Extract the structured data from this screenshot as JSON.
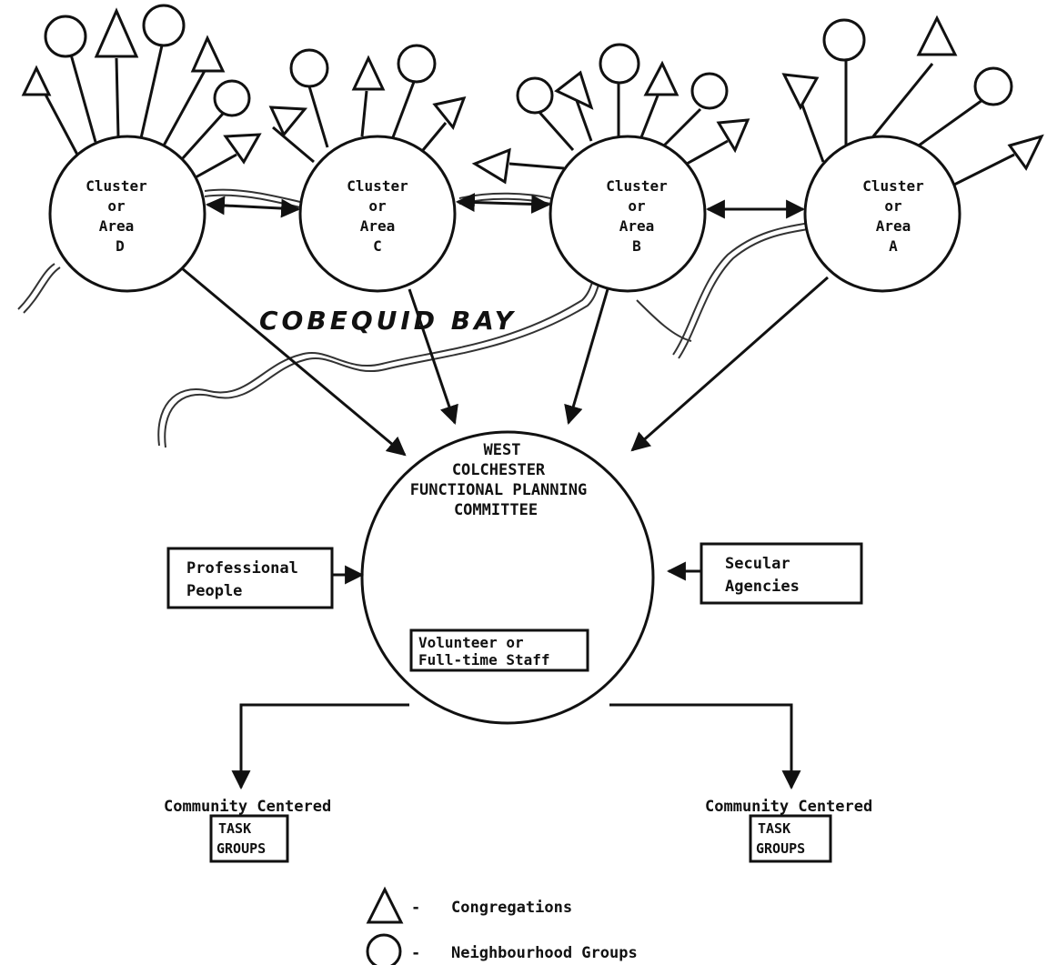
{
  "clusters": [
    {
      "id": "D",
      "line1": "Cluster",
      "line2": "or",
      "line3": "Area",
      "line4": "D"
    },
    {
      "id": "C",
      "line1": "Cluster",
      "line2": "or",
      "line3": "Area",
      "line4": "C"
    },
    {
      "id": "B",
      "line1": "Cluster",
      "line2": "or",
      "line3": "Area",
      "line4": "B"
    },
    {
      "id": "A",
      "line1": "Cluster",
      "line2": "or",
      "line3": "Area",
      "line4": "A"
    }
  ],
  "bay_label": "COBEQUID BAY",
  "committee": {
    "line1": "WEST",
    "line2": "COLCHESTER",
    "line3": "FUNCTIONAL PLANNING",
    "line4": "COMMITTEE"
  },
  "staff_box": {
    "line1": "Volunteer or",
    "line2": "Full-time Staff"
  },
  "professional_box": {
    "line1": "Professional",
    "line2": "People"
  },
  "secular_box": {
    "line1": "Secular",
    "line2": "Agencies"
  },
  "task_groups": [
    {
      "heading": "Community Centered",
      "box1": "TASK",
      "box2": "GROUPS"
    },
    {
      "heading": "Community Centered",
      "box1": "TASK",
      "box2": "GROUPS"
    }
  ],
  "legend": [
    {
      "symbol": "triangle",
      "label": "Congregations"
    },
    {
      "symbol": "circle",
      "label": "Neighbourhood Groups"
    }
  ]
}
